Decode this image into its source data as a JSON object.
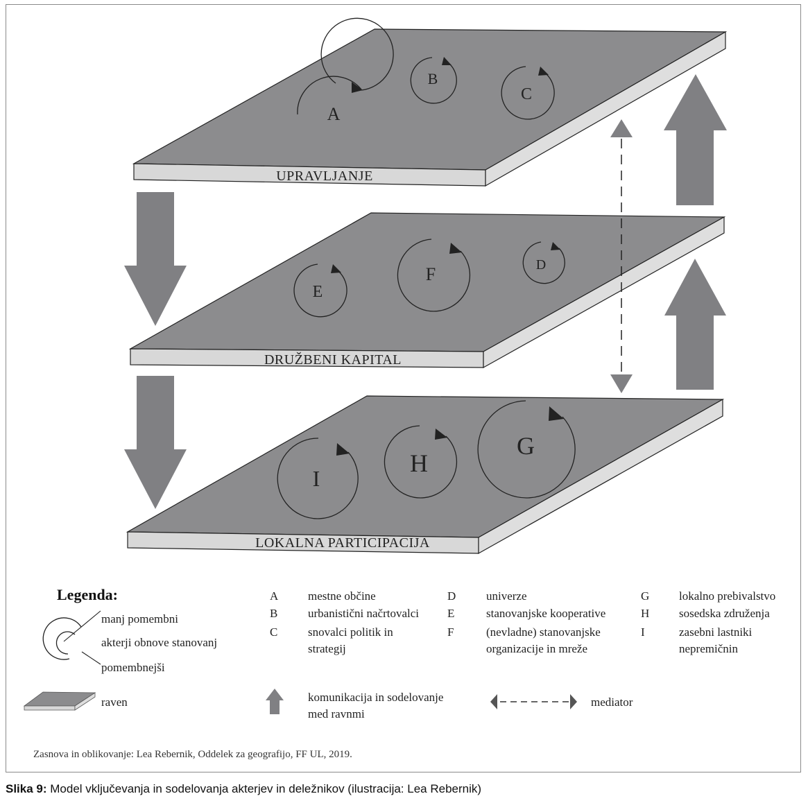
{
  "planes": [
    {
      "id": "upravljanje",
      "label": "UPRAVLJANJE"
    },
    {
      "id": "druzbeni",
      "label": "DRUŽBENI KAPITAL"
    },
    {
      "id": "lokalna",
      "label": "LOKALNA PARTICIPACIJA"
    }
  ],
  "actors": {
    "A": "A",
    "B": "B",
    "C": "C",
    "D": "D",
    "E": "E",
    "F": "F",
    "G": "G",
    "H": "H",
    "I": "I"
  },
  "legend": {
    "title": "Legenda:",
    "less_important": "manj pomembni",
    "actors_label": "akterji obnove stanovanj",
    "more_important": "pomembnejši",
    "level": "raven",
    "communication_line1": "komunikacija in sodelovanje",
    "communication_line2": "med ravnmi",
    "mediator": "mediator",
    "entries": [
      {
        "letter": "A",
        "lines": [
          "mestne občine"
        ]
      },
      {
        "letter": "B",
        "lines": [
          "urbanistični načrtovalci"
        ]
      },
      {
        "letter": "C",
        "lines": [
          "snovalci politik in",
          "strategij"
        ]
      },
      {
        "letter": "D",
        "lines": [
          "univerze"
        ]
      },
      {
        "letter": "E",
        "lines": [
          "stanovanjske kooperative"
        ]
      },
      {
        "letter": "F",
        "lines": [
          "(nevladne) stanovanjske",
          "organizacije in mreže"
        ]
      },
      {
        "letter": "G",
        "lines": [
          "lokalno prebivalstvo"
        ]
      },
      {
        "letter": "H",
        "lines": [
          "sosedska združenja"
        ]
      },
      {
        "letter": "I",
        "lines": [
          "zasebni lastniki",
          "nepremičnin"
        ]
      }
    ]
  },
  "credit": "Zasnova in oblikovanje: Lea Rebernik, Oddelek za geografijo, FF UL, 2019.",
  "caption": {
    "prefix": "Slika 9:",
    "text": " Model vključevanja in sodelovanja akterjev in deležnikov (ilustracija: Lea Rebernik)"
  },
  "colors": {
    "plane_top": "#8c8c8e",
    "plane_edge": "#d8d8d8",
    "arrow": "#808083",
    "stroke": "#222222"
  }
}
